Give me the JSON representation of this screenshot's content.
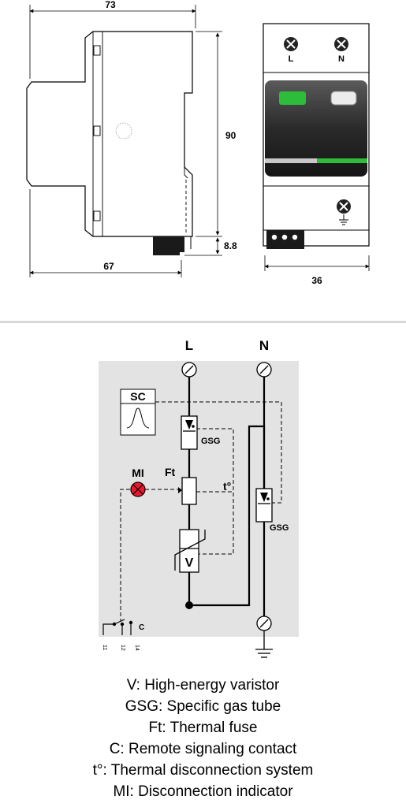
{
  "dimensions": {
    "width_top": "73",
    "height": "90",
    "terminal_height": "8.8",
    "width_bottom": "67",
    "front_width": "36"
  },
  "front_view": {
    "terminal_left": "L",
    "terminal_right": "N"
  },
  "schematic": {
    "line_label": "L",
    "neutral_label": "N",
    "sc_label": "SC",
    "gsg_top_label": "GSG",
    "gsg_right_label": "GSG",
    "ft_label": "Ft",
    "t_label": "t°",
    "mi_label": "MI",
    "v_label": "V",
    "c_label": "C",
    "contact_11": "11",
    "contact_12": "12",
    "contact_14": "14"
  },
  "legend": [
    "V: High-energy varistor",
    "GSG: Specific gas tube",
    "Ft: Thermal fuse",
    "C: Remote signaling contact",
    "t°: Thermal disconnection system",
    "MI: Disconnection indicator"
  ],
  "colors": {
    "indicator_red": "#e8192c",
    "status_green": "#2ebd3a",
    "schematic_bg": "#e3e3e3"
  }
}
